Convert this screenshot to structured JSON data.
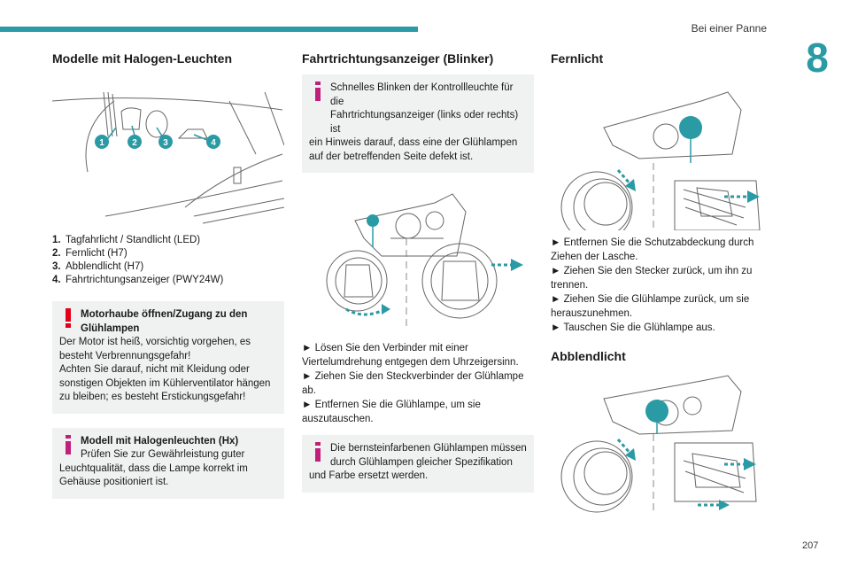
{
  "header": {
    "section_title": "Bei einer Panne",
    "chapter_number": "8",
    "page_number": "207"
  },
  "halogen": {
    "title": "Modelle mit Halogen-Leuchten",
    "callouts": [
      "1",
      "2",
      "3",
      "4"
    ],
    "items": [
      {
        "num": "1.",
        "text": "Tagfahrlicht / Standlicht (LED)"
      },
      {
        "num": "2.",
        "text": "Fernlicht (H7)"
      },
      {
        "num": "3.",
        "text": "Abblendlicht (H7)"
      },
      {
        "num": "4.",
        "text": "Fahrtrichtungsanzeiger (PWY24W)"
      }
    ],
    "warning": {
      "head1": "Motorhaube öffnen/Zugang zu den",
      "head2": "Glühlampen",
      "lines": [
        "Der Motor ist heiß, vorsichtig vorgehen, es",
        "besteht Verbrennungsgefahr!",
        "Achten Sie darauf, nicht mit Kleidung oder",
        "sonstigen Objekten im Kühlerventilator hängen",
        "zu bleiben; es besteht Erstickungsgefahr!"
      ]
    },
    "info": {
      "head": "Modell mit Halogenleuchten (Hx)",
      "first": "Prüfen Sie zur Gewährleistung guter",
      "lines": [
        "Leuchtqualität, dass die Lampe korrekt im",
        "Gehäuse positioniert ist."
      ]
    }
  },
  "blinker": {
    "title": "Fahrtrichtungsanzeiger (Blinker)",
    "info1": {
      "first1": "Schnelles Blinken der Kontrollleuchte für die",
      "first2": "Fahrtrichtungsanzeiger (links oder rechts) ist",
      "lines": [
        "ein Hinweis darauf, dass eine der Glühlampen",
        "auf der betreffenden Seite defekt ist."
      ]
    },
    "steps": [
      "► Lösen Sie den Verbinder mit einer",
      "Viertelumdrehung entgegen dem Uhrzeigersinn.",
      "► Ziehen Sie den Steckverbinder der Glühlampe",
      "ab.",
      "► Entfernen Sie die Glühlampe, um sie",
      "auszutauschen."
    ],
    "info2": {
      "first1": "Die bernsteinfarbenen Glühlampen müssen",
      "first2": "durch Glühlampen gleicher Spezifikation",
      "lines": [
        "und Farbe ersetzt werden."
      ]
    }
  },
  "fernlicht": {
    "title": "Fernlicht",
    "steps": [
      "► Entfernen Sie die Schutzabdeckung durch",
      "Ziehen der Lasche.",
      "► Ziehen Sie den Stecker zurück, um ihn zu",
      "trennen.",
      "► Ziehen Sie die Glühlampe zurück, um sie",
      "herauszunehmen.",
      "► Tauschen Sie die Glühlampe aus."
    ]
  },
  "abblendlicht": {
    "title": "Abblendlicht"
  },
  "colors": {
    "accent": "#2a9aa4",
    "warning": "#e2001a",
    "info": "#c21f7a",
    "box_bg": "#f0f1f1"
  }
}
